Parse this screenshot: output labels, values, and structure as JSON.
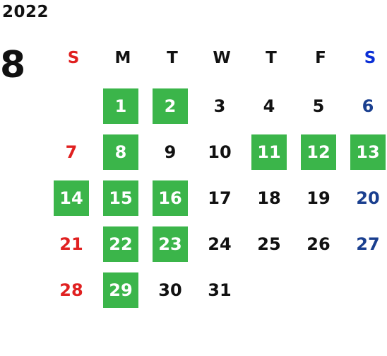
{
  "calendar": {
    "year": "2022",
    "month": "8",
    "colors": {
      "highlight": "#3bb54a",
      "sunday": "#e02020",
      "saturday_header": "#0b2fd6",
      "saturday": "#1a3f8f"
    },
    "weekdays": [
      {
        "label": "S",
        "color": "#e02020"
      },
      {
        "label": "M",
        "color": "#111111"
      },
      {
        "label": "T",
        "color": "#111111"
      },
      {
        "label": "W",
        "color": "#111111"
      },
      {
        "label": "T",
        "color": "#111111"
      },
      {
        "label": "F",
        "color": "#111111"
      },
      {
        "label": "S",
        "color": "#0b2fd6"
      }
    ],
    "weeks": [
      [
        null,
        {
          "d": "1",
          "hl": true
        },
        {
          "d": "2",
          "hl": true
        },
        {
          "d": "3"
        },
        {
          "d": "4"
        },
        {
          "d": "5"
        },
        {
          "d": "6"
        }
      ],
      [
        {
          "d": "7"
        },
        {
          "d": "8",
          "hl": true
        },
        {
          "d": "9"
        },
        {
          "d": "10"
        },
        {
          "d": "11",
          "hl": true
        },
        {
          "d": "12",
          "hl": true
        },
        {
          "d": "13",
          "hl": true
        }
      ],
      [
        {
          "d": "14",
          "hl": true
        },
        {
          "d": "15",
          "hl": true
        },
        {
          "d": "16",
          "hl": true
        },
        {
          "d": "17"
        },
        {
          "d": "18"
        },
        {
          "d": "19"
        },
        {
          "d": "20"
        }
      ],
      [
        {
          "d": "21"
        },
        {
          "d": "22",
          "hl": true
        },
        {
          "d": "23",
          "hl": true
        },
        {
          "d": "24"
        },
        {
          "d": "25"
        },
        {
          "d": "26"
        },
        {
          "d": "27"
        }
      ],
      [
        {
          "d": "28"
        },
        {
          "d": "29",
          "hl": true
        },
        {
          "d": "30"
        },
        {
          "d": "31"
        },
        null,
        null,
        null
      ]
    ]
  }
}
